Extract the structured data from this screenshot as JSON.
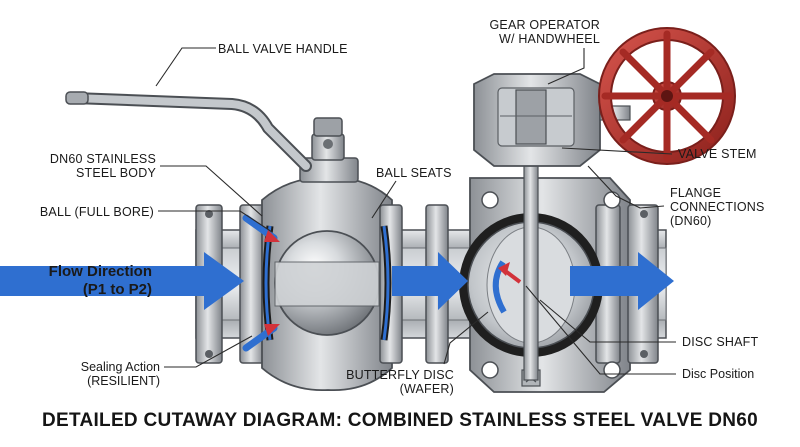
{
  "title": "DETAILED CUTAWAY DIAGRAM: COMBINED STAINLESS STEEL VALVE DN60",
  "labels": {
    "ball_valve_handle": "BALL VALVE HANDLE",
    "body_line1": "DN60 STAINLESS",
    "body_line2": "STEEL BODY",
    "ball": "BALL (FULL BORE)",
    "flow_line1": "Flow Direction",
    "flow_line2": "(P1 to P2)",
    "sealing_line1": "Sealing Action",
    "sealing_line2": "(RESILIENT)",
    "ball_seats": "BALL SEATS",
    "butterfly_line1": "BUTTERFLY DISC",
    "butterfly_line2": "(WAFER)",
    "gear_line1": "GEAR OPERATOR",
    "gear_line2": "W/ HANDWHEEL",
    "valve_stem": "VALVE STEM",
    "flange_line1": "FLANGE",
    "flange_line2": "CONNECTIONS",
    "flange_line3": "(DN60)",
    "disc_shaft": "DISC SHAFT",
    "disc_position": "Disc Position"
  },
  "colors": {
    "flow_arrow": "#2f6fd0",
    "handwheel": "#b8322c",
    "steel": "#bfc3c7",
    "seal_black": "#222222",
    "accent_red": "#d2323a"
  }
}
